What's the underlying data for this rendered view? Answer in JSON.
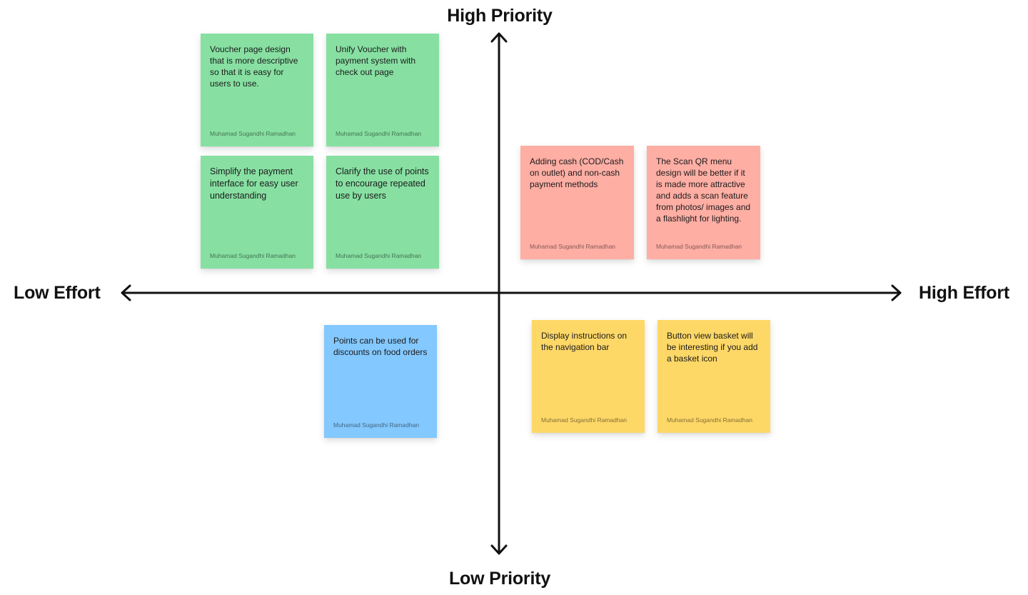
{
  "axes": {
    "top_label": "High Priority",
    "bottom_label": "Low Priority",
    "left_label": "Low Effort",
    "right_label": "High Effort"
  },
  "colors": {
    "axis": "#111111",
    "green_sticky": "#87e0a2",
    "red_sticky": "#ffaea4",
    "blue_sticky": "#83c8fe",
    "yellow_sticky": "#fed867",
    "background": "#ffffff"
  },
  "notes": {
    "high_priority_low_effort": [
      {
        "text": "Voucher page design that is more descriptive so that it is easy for users to use.",
        "author": "Muhamad Sugandhi Ramadhan"
      },
      {
        "text": "Unify Voucher with payment system with check out page",
        "author": "Muhamad Sugandhi Ramadhan"
      },
      {
        "text": "Simplify the payment interface for easy user understanding",
        "author": "Muhamad Sugandhi Ramadhan"
      },
      {
        "text": "Clarify the use of points to encourage repeated use by users",
        "author": "Muhamad Sugandhi Ramadhan"
      }
    ],
    "high_priority_high_effort": [
      {
        "text": "Adding cash (COD/Cash on outlet) and non-cash payment methods",
        "author": "Muhamad Sugandhi Ramadhan"
      },
      {
        "text": "The Scan QR menu design will be better if it is made more attractive and adds a scan feature from photos/ images and a flashlight for lighting.",
        "author": "Muhamad Sugandhi Ramadhan"
      }
    ],
    "low_priority_low_effort": [
      {
        "text": "Points can be used for discounts on food orders",
        "author": "Muhamad Sugandhi Ramadhan"
      }
    ],
    "low_priority_high_effort": [
      {
        "text": "Display instructions on the navigation bar",
        "author": "Muhamad Sugandhi Ramadhan"
      },
      {
        "text": "Button view basket will be interesting if you add a basket icon",
        "author": "Muhamad Sugandhi Ramadhan"
      }
    ]
  }
}
